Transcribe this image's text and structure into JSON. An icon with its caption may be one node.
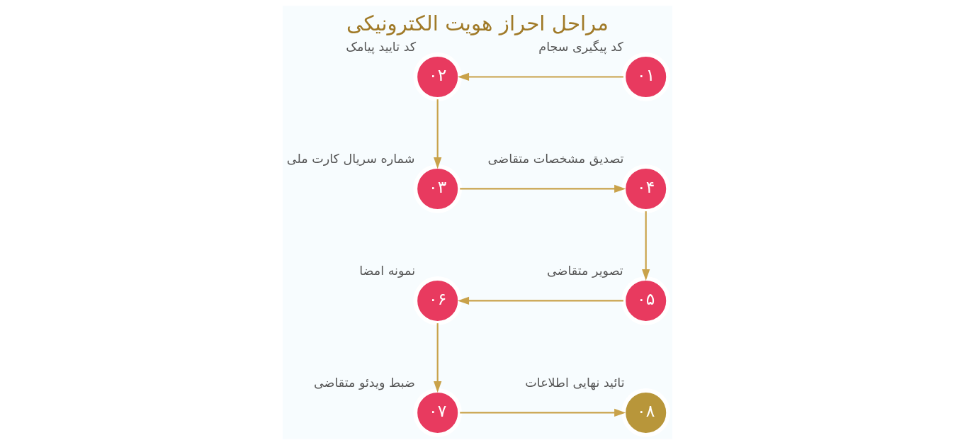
{
  "diagram": {
    "title": "مراحل احراز هویت الکترونیکی",
    "nodes": [
      {
        "text": [
          "۰۱"
        ],
        "beside": [
          "کد پیگیری سجام"
        ]
      },
      {
        "text": [
          "۰۲"
        ],
        "beside": [
          "کد تایید پیامک"
        ]
      },
      {
        "text": [
          "۰۳"
        ],
        "beside": [
          "شماره سریال کارت ملی"
        ]
      },
      {
        "text": [
          "۰۴"
        ],
        "beside": [
          "تصدیق مشخصات متقاضی"
        ]
      },
      {
        "text": [
          "۰۵"
        ],
        "beside": [
          "تصویر متقاضی"
        ]
      },
      {
        "text": [
          "۰۶"
        ],
        "beside": [
          "نمونه امضا"
        ]
      },
      {
        "text": [
          "۰۷"
        ],
        "beside": [
          "ضبط ویدئو متقاضی"
        ]
      },
      {
        "text": [
          "۰۸"
        ],
        "beside": [
          "تائید نهایی اطلاعات"
        ]
      }
    ],
    "edges": [
      {
        "from": 0,
        "to": 1,
        "arrow": "to"
      },
      {
        "from": 1,
        "to": 2,
        "arrow": "to"
      },
      {
        "from": 2,
        "to": 3,
        "arrow": "to"
      },
      {
        "from": 3,
        "to": 4,
        "arrow": "to"
      },
      {
        "from": 4,
        "to": 5,
        "arrow": "to"
      },
      {
        "from": 5,
        "to": 6,
        "arrow": "to"
      },
      {
        "from": 6,
        "to": 7,
        "arrow": "to"
      }
    ]
  }
}
